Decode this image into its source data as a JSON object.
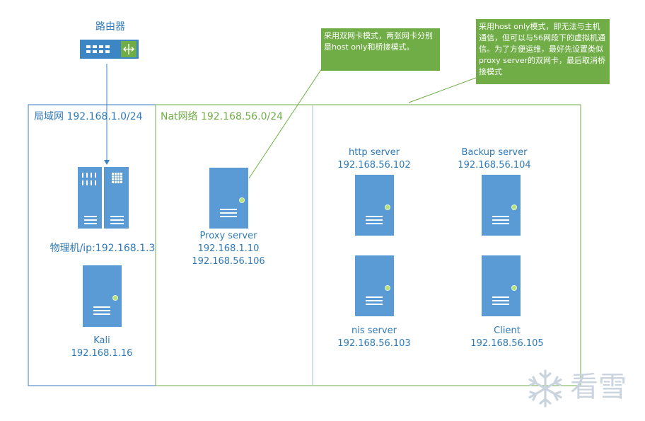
{
  "router": {
    "label": "路由器"
  },
  "zones": {
    "lan": {
      "title": "局域网 192.168.1.0/24"
    },
    "nat": {
      "title": "Nat网络 192.168.56.0/24"
    }
  },
  "nodes": {
    "physical": {
      "label": "物理机/ip:192.168.1.3"
    },
    "kali": {
      "name": "Kali",
      "ip": "192.168.1.16"
    },
    "proxy": {
      "name": "Proxy server",
      "ip1": "192.168.1.10",
      "ip2": "192.168.56.106"
    },
    "http": {
      "name": "http server",
      "ip": "192.168.56.102"
    },
    "backup": {
      "name": "Backup server",
      "ip": "192.168.56.104"
    },
    "nis": {
      "name": "nis server",
      "ip": "192.168.56.103"
    },
    "client": {
      "name": "Client",
      "ip": "192.168.56.105"
    }
  },
  "notes": {
    "proxy_note": "采用双网卡模式，两张网卡分别是host only和桥接模式。",
    "host_only_note": "采用host only模式，即无法与主机通信，但可以与56网段下的虚拟机通信。为了方便运维，最好先设置类似proxy server的双网卡，最后取消桥接模式"
  },
  "watermark": {
    "text": "看雪"
  },
  "colors": {
    "node_blue": "#5b9bd5",
    "router_blue": "#3d86c6",
    "label_blue": "#2f7ab8",
    "zone_green": "#70ad47",
    "lan_border": "#2f6fb0",
    "note_green": "#70ad47"
  }
}
